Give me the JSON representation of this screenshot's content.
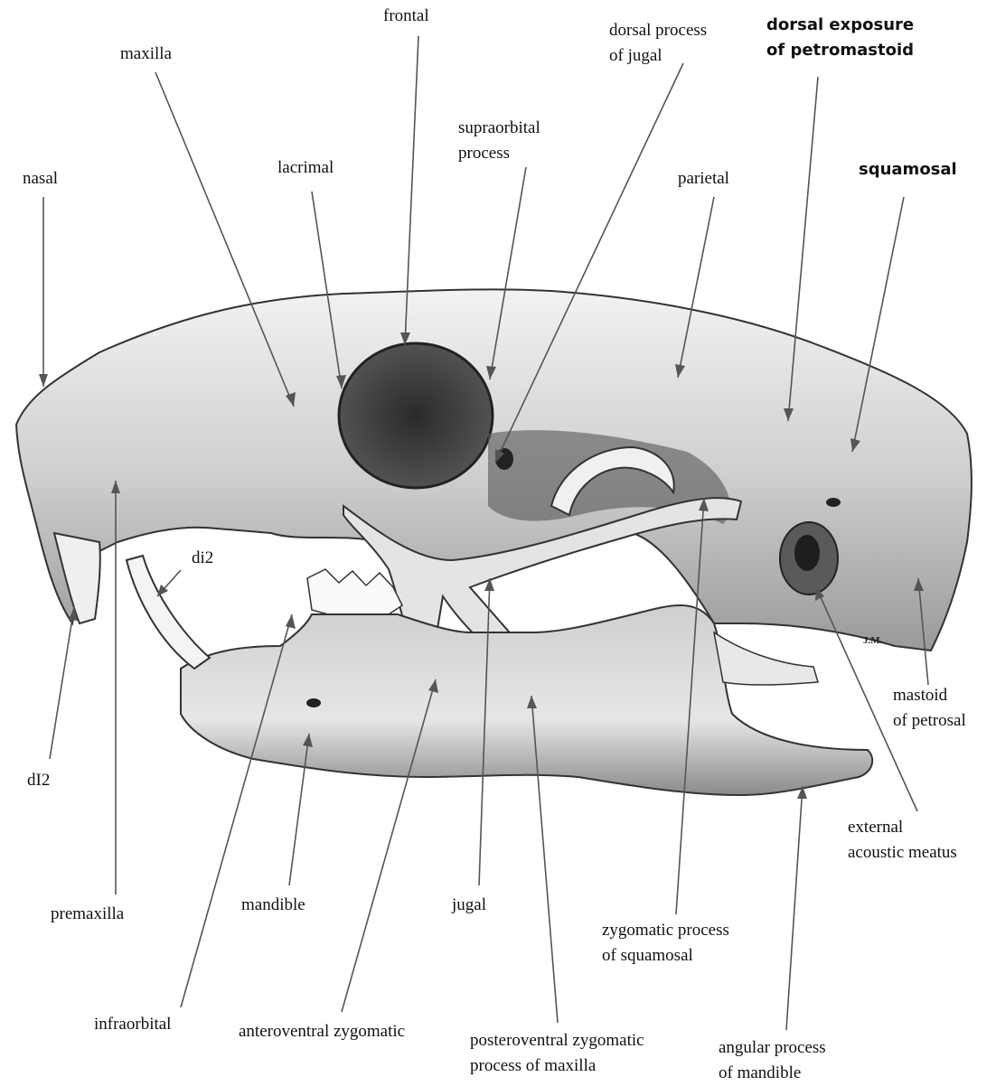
{
  "labels": {
    "frontal": "frontal",
    "maxilla": "maxilla",
    "dorsal_process_jugal": "dorsal process\nof jugal",
    "dorsal_exposure_petromastoid": "dorsal exposure\nof petromastoid",
    "supraorbital_process": "supraorbital\nprocess",
    "lacrimal": "lacrimal",
    "parietal": "parietal",
    "squamosal": "squamosal",
    "nasal": "nasal",
    "di2": "di2",
    "dI2": "dI2",
    "mastoid_petrosal": "mastoid\nof petrosal",
    "external_acoustic_meatus": "external\nacoustic meatus",
    "premaxilla": "premaxilla",
    "mandible": "mandible",
    "jugal": "jugal",
    "zygomatic_process_squamosal": "zygomatic process\nof squamosal",
    "infraorbital": "infraorbital",
    "anteroventral_zygomatic": "anteroventral zygomatic",
    "posteroventral_zygomatic": "posteroventral zygomatic\nprocess of maxilla",
    "angular_process": "angular process\nof mandible"
  },
  "signature": "J.M.",
  "colors": {
    "leader": "#555555",
    "ink": "#111111",
    "bone_shade": "#6b6b6b"
  }
}
